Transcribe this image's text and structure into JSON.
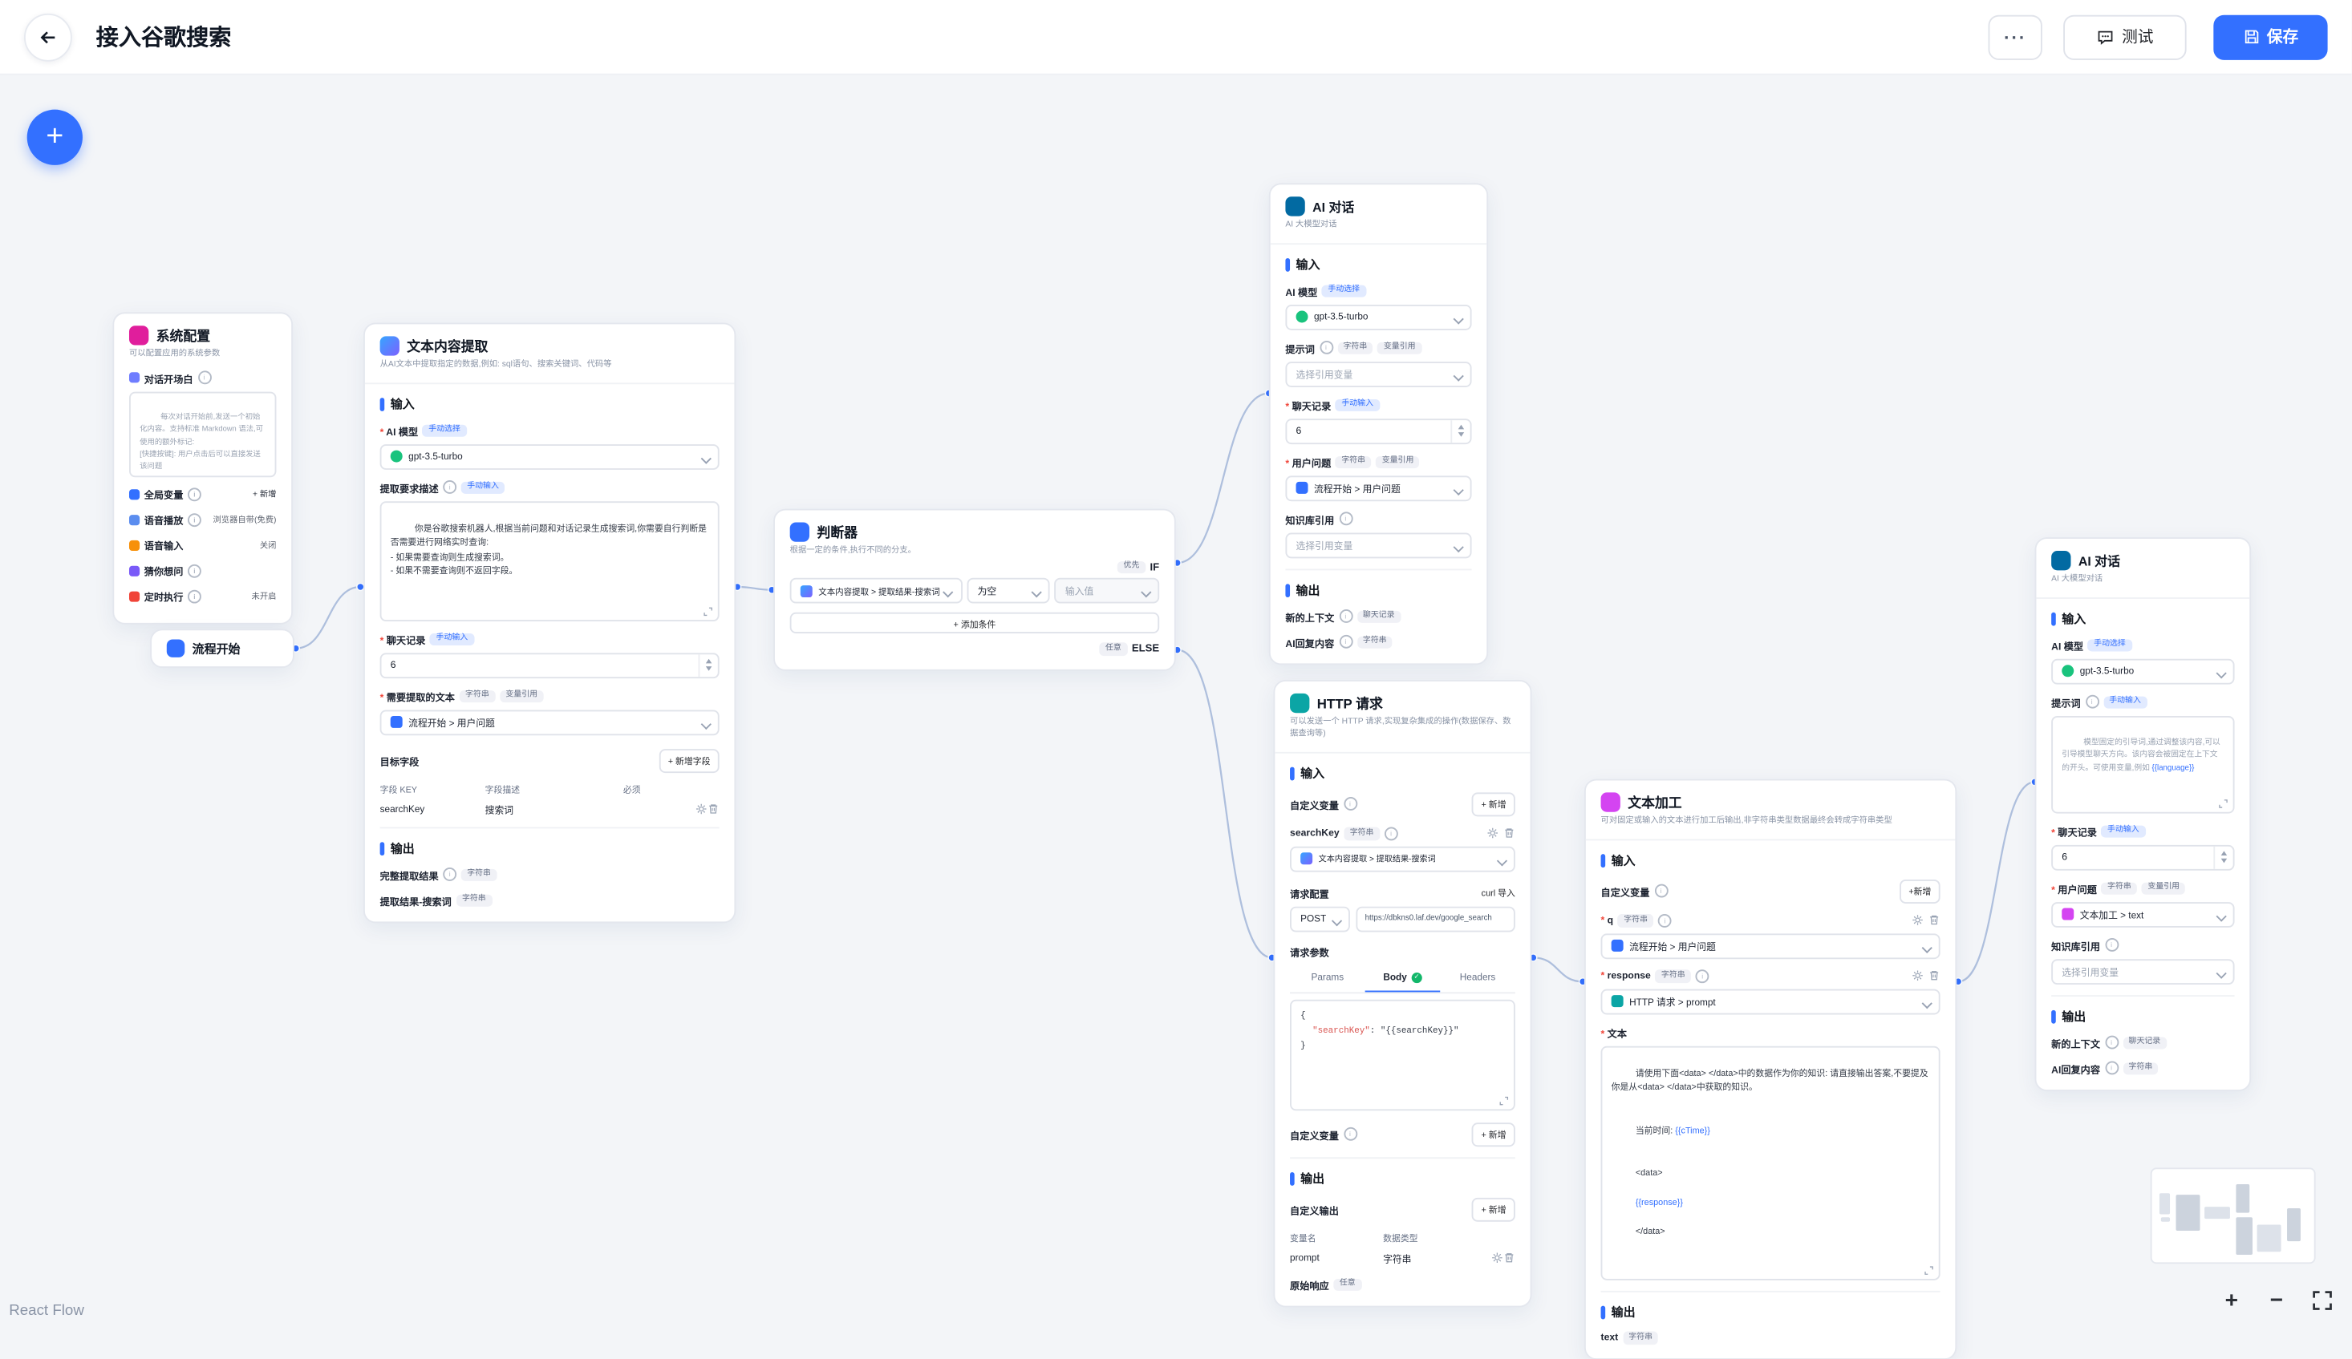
{
  "header": {
    "title": "接入谷歌搜索",
    "more": "···",
    "test": "测试",
    "save": "保存"
  },
  "canvas": {
    "attribution": "React Flow"
  },
  "common": {
    "input": "输入",
    "output": "输出",
    "manual_select": "手动选择",
    "manual_input": "手动输入",
    "string": "字符串",
    "var_ref": "变量引用",
    "chat_record": "聊天记录",
    "any": "任意",
    "add_new": "+ 新增",
    "select_var": "选择引用变量",
    "model": "gpt-3.5-turbo",
    "ai_model": "AI 模型",
    "prompt": "提示词",
    "chat_history": "聊天记录",
    "user_question": "用户问题",
    "kb_ref": "知识库引用",
    "new_context": "新的上下文",
    "ai_reply": "AI回复内容",
    "custom_var": "自定义变量",
    "ai_title": "AI 对话",
    "ai_subtitle": "AI 大模型对话"
  },
  "sys": {
    "title": "系统配置",
    "subtitle": "可以配置应用的系统参数",
    "opening_label": "对话开场白",
    "opening_placeholder": "每次对话开始前,发送一个初始化内容。支持标准 Markdown 语法,可使用的额外标记:\n[快捷按键]: 用户点击后可以直接发送该问题",
    "rows": [
      {
        "label": "全局变量",
        "value": "+ 新增"
      },
      {
        "label": "语音播放",
        "value": "浏览器自带(免费)"
      },
      {
        "label": "语音输入",
        "value": "关闭"
      },
      {
        "label": "猜你想问",
        "value": ""
      },
      {
        "label": "定时执行",
        "value": "未开启"
      }
    ]
  },
  "start": {
    "title": "流程开始"
  },
  "extract": {
    "title": "文本内容提取",
    "subtitle": "从AI文本中提取指定的数据,例如: sql语句、搜索关键词、代码等",
    "desc_label": "提取要求描述",
    "desc_value": "你是谷歌搜索机器人,根据当前问题和对话记录生成搜索词,你需要自行判断是否需要进行网络实时查询:\n- 如果需要查询则生成搜索词。\n- 如果不需要查询则不返回字段。",
    "history_label": "聊天记录",
    "history_value": "6",
    "target_label": "需要提取的文本",
    "target_value": "流程开始 > 用户问题",
    "fields_label": "目标字段",
    "add_field": "+ 新增字段",
    "col_key": "字段 KEY",
    "col_desc": "字段描述",
    "col_required": "必须",
    "row_key": "searchKey",
    "row_desc": "搜索词",
    "out_full": "完整提取结果",
    "out_field": "提取结果-搜索词"
  },
  "judge": {
    "title": "判断器",
    "subtitle": "根据一定的条件,执行不同的分支。",
    "priority": "优先",
    "if_label": "IF",
    "any_label": "任意",
    "else_label": "ELSE",
    "cond_left": "文本内容提取 > 提取结果-搜索词",
    "cond_op": "为空",
    "cond_placeholder": "输入值",
    "add_condition": "+ 添加条件"
  },
  "ai_top": {
    "history_value": "6",
    "question_value": "流程开始 > 用户问题"
  },
  "http": {
    "title": "HTTP 请求",
    "subtitle": "可以发送一个 HTTP 请求,实现复杂集成的操作(数据保存、数据查询等)",
    "var_name": "searchKey",
    "var_value": "文本内容提取 > 提取结果-搜索词",
    "req_config": "请求配置",
    "curl_import": "curl 导入",
    "method": "POST",
    "url": "https://dbkns0.laf.dev/google_search",
    "req_params": "请求参数",
    "tab_params": "Params",
    "tab_body": "Body",
    "tab_headers": "Headers",
    "code_open": "{",
    "code_key": "\"searchKey\"",
    "code_sep": ": ",
    "code_val": "\"{{searchKey}}\"",
    "code_close": "}",
    "custom_output": "自定义输出",
    "col_var": "变量名",
    "col_type": "数据类型",
    "out_name": "prompt",
    "out_type": "字符串",
    "raw_label": "原始响应"
  },
  "text_edit": {
    "title": "文本加工",
    "subtitle": "可对固定或输入的文本进行加工后输出,非字符串类型数据最终会转成字符串类型",
    "add_new": "+新增",
    "q_label": "q",
    "q_value": "流程开始 > 用户问题",
    "resp_label": "response",
    "resp_value": "HTTP 请求 > prompt",
    "text_label": "文本",
    "text_l1": "请使用下面<data> </data>中的数据作为你的知识: 请直接输出答案,不要提及你是从<data> </data>中获取的知识。",
    "time_prefix": "当前时间: ",
    "time_token": "{{cTime}}",
    "data_open": "<data>",
    "resp_token": "{{response}}",
    "data_close": "</data>",
    "out_name": "text"
  },
  "ai_right": {
    "prompt_ph1": "模型固定的引导词,通过调整该内容,可以引导模型聊天方向。该内容会被固定在上下文的开头。可使用变量,例如 ",
    "prompt_ph_token": "{{language}}",
    "history_value": "6",
    "question_value": "文本加工 > text"
  }
}
